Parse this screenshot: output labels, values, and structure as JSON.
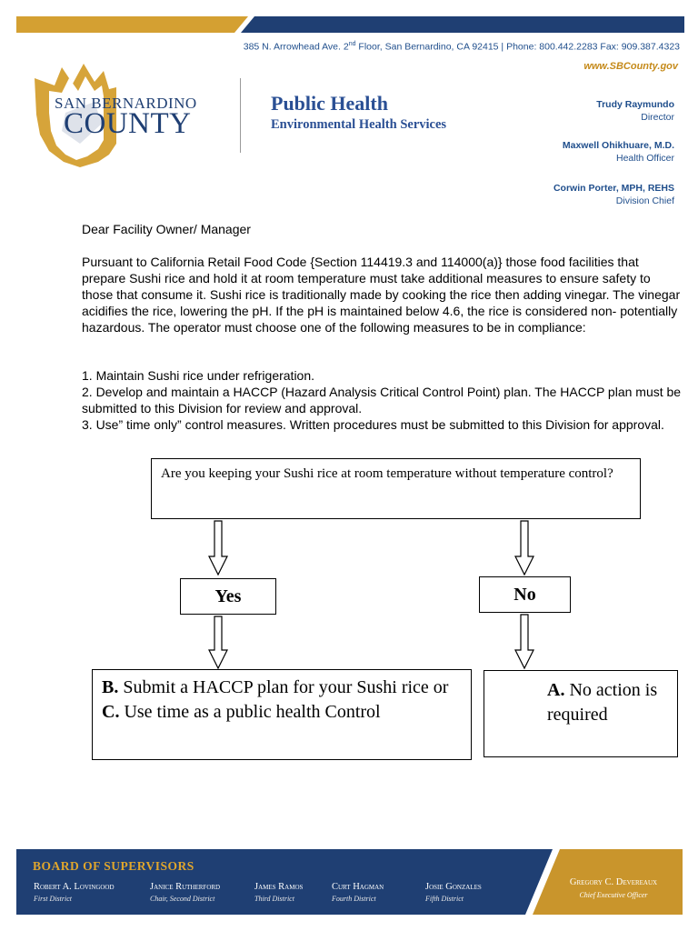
{
  "header": {
    "address_pre": "385 N. Arrowhead Ave. 2",
    "address_sup": "nd",
    "address_post": " Floor, San Bernardino, CA 92415  |  Phone: 800.442.2283  Fax: 909.387.4323",
    "website": "www.SBCounty.gov",
    "logo_line1": "SAN BERNARDINO",
    "logo_line2": "COUNTY",
    "dept_title": "Public Health",
    "dept_subtitle": "Environmental Health Services",
    "staff": [
      {
        "name": "Trudy Raymundo",
        "title": "Director"
      },
      {
        "name": "Maxwell Ohikhuare, M.D.",
        "title": "Health Officer"
      },
      {
        "name": "Corwin Porter, MPH, REHS",
        "title": "Division Chief"
      }
    ],
    "colors": {
      "navy": "#1f3f73",
      "gold": "#e0a62c",
      "link_blue": "#1f4e8c"
    }
  },
  "letter": {
    "salutation": "Dear Facility Owner/ Manager",
    "paragraph": "Pursuant to California Retail Food Code {Section 114419.3 and 114000(a)} those food facilities that prepare Sushi rice and hold it at room temperature must take additional measures to ensure safety to those that consume it. Sushi rice is traditionally made by cooking the rice then adding vinegar. The vinegar acidifies the rice, lowering the pH. If the pH is maintained below 4.6, the rice is considered non- potentially hazardous. The operator must choose one of the following measures to be in compliance:",
    "items": [
      "1.   Maintain Sushi rice under refrigeration.",
      "2.   Develop and maintain a HACCP (Hazard Analysis Critical Control Point) plan.  The HACCP plan must be submitted to this Division for review and approval.",
      "3.   Use” time only” control measures.  Written procedures must be submitted to this Division for approval."
    ]
  },
  "flowchart": {
    "question": "Are you keeping your Sushi rice at room temperature without temperature control?",
    "yes": "Yes",
    "no": "No",
    "b_letter": "B.",
    "b_text": "  Submit a HACCP plan for your Sushi rice or",
    "c_letter": "C.",
    "c_text": "  Use time as a public health Control",
    "a_letter": "A.",
    "a_text1": " No action is",
    "a_text2": "required"
  },
  "footer": {
    "title": "BOARD OF SUPERVISORS",
    "supervisors": [
      {
        "name": "Robert A. Lovingood",
        "district": "First District"
      },
      {
        "name": "Janice Rutherford",
        "district": "Chair, Second District"
      },
      {
        "name": "James Ramos",
        "district": "Third District"
      },
      {
        "name": "Curt Hagman",
        "district": "Fourth District"
      },
      {
        "name": "Josie Gonzales",
        "district": "Fifth District"
      }
    ],
    "ceo_name": "Gregory C. Devereaux",
    "ceo_title": "Chief Executive Officer"
  }
}
